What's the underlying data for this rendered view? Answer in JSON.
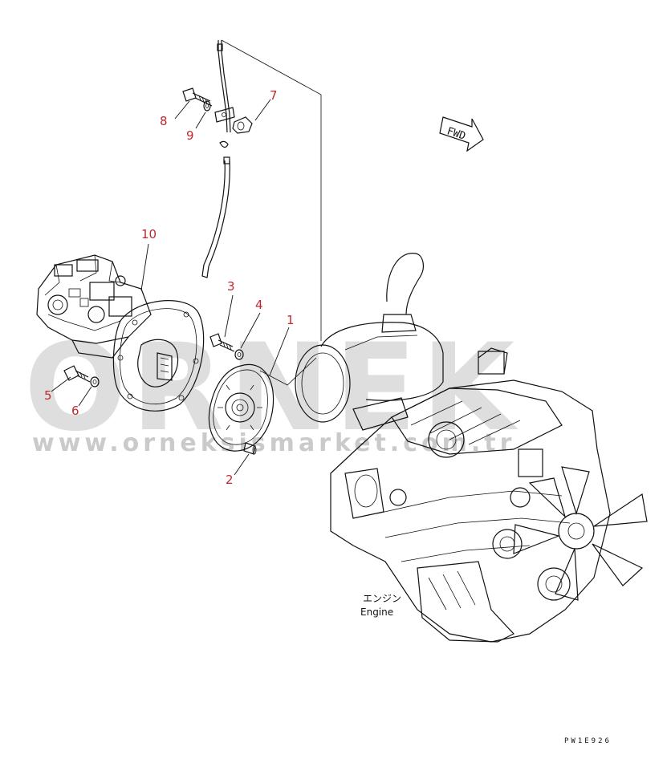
{
  "callouts": {
    "c1": "1",
    "c2": "2",
    "c3": "3",
    "c4": "4",
    "c5": "5",
    "c6": "6",
    "c7": "7",
    "c8": "8",
    "c9": "9",
    "c10": "10"
  },
  "labels": {
    "engine_jp": "エンジン",
    "engine_en": "Engine",
    "fwd": "FWD",
    "drawing_code": "PW1E926"
  },
  "watermark": {
    "brand": "ORNEK",
    "url": "www.orneksismarket.com.tr"
  },
  "colors": {
    "callout": "#c0282d",
    "line": "#111111",
    "watermark": "#9a9a9a"
  }
}
